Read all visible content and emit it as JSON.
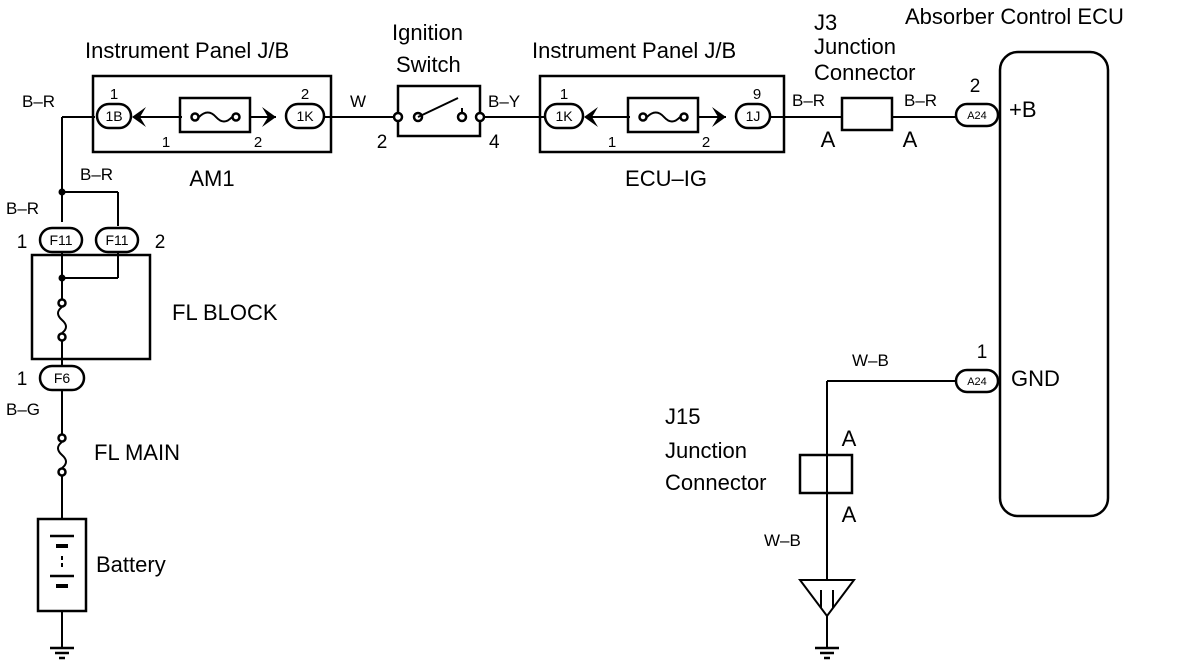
{
  "labels": {
    "ip_jb_left": "Instrument Panel J/B",
    "ignition_line1": "Ignition",
    "ignition_line2": "Switch",
    "ip_jb_right": "Instrument Panel J/B",
    "j3_line1": "J3",
    "j3_line2": "Junction",
    "j3_line3": "Connector",
    "ecu_title": "Absorber Control ECU",
    "am1": "AM1",
    "ecu_ig": "ECU–IG",
    "fl_block": "FL BLOCK",
    "fl_main": "FL MAIN",
    "battery": "Battery",
    "j15_line1": "J15",
    "j15_line2": "Junction",
    "j15_line3": "Connector",
    "plus_b": "+B",
    "gnd": "GND"
  },
  "wire_colors": {
    "br_top_left": "B–R",
    "br_branch": "B–R",
    "br_fl_left": "B–R",
    "w_ign": "W",
    "by_ign": "B–Y",
    "br_j3_left": "B–R",
    "br_j3_right": "B–R",
    "bg": "B–G",
    "wb_upper": "W–B",
    "wb_lower": "W–B"
  },
  "connectors": {
    "am1_in": "1B",
    "am1_out": "1K",
    "ecuig_in": "1K",
    "ecuig_out": "1J",
    "f11_a": "F11",
    "f11_b": "F11",
    "f6": "F6",
    "a24_b": "A24",
    "a24_gnd": "A24"
  },
  "pins": {
    "am1_in_pin": "1",
    "am1_out_pin": "2",
    "am1_fuse_in": "1",
    "am1_fuse_out": "2",
    "ign_in": "2",
    "ign_out": "4",
    "ecuig_in_pin": "1",
    "ecuig_out_pin": "9",
    "ecuig_fuse_in": "1",
    "ecuig_fuse_out": "2",
    "j3_left": "A",
    "j3_right": "A",
    "ecu_b_pin": "2",
    "ecu_gnd_pin": "1",
    "f11_a_pin": "1",
    "f11_b_pin": "2",
    "f6_pin": "1",
    "j15_top": "A",
    "j15_bottom": "A"
  }
}
